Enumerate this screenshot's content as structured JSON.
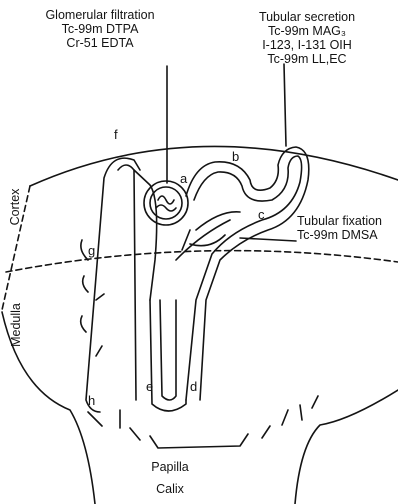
{
  "labels": {
    "glomerular": {
      "title": "Glomerular filtration",
      "agents": [
        "Tc-99m DTPA",
        "Cr-51 EDTA"
      ]
    },
    "secretion": {
      "title": "Tubular secretion",
      "agents": [
        "Tc-99m MAG₃",
        "I-123, I-131 OIH",
        "Tc-99m LL,EC"
      ]
    },
    "fixation": {
      "title": "Tubular fixation",
      "agents": [
        "Tc-99m DMSA"
      ]
    },
    "regions": {
      "cortex": "Cortex",
      "medulla": "Medulla",
      "papilla": "Papilla",
      "calix": "Calix"
    },
    "letters": {
      "a": "a",
      "b": "b",
      "c": "c",
      "d": "d",
      "e": "e",
      "f": "f",
      "g": "g",
      "h": "h"
    }
  },
  "colors": {
    "ink": "#141414",
    "background": "#ffffff"
  }
}
